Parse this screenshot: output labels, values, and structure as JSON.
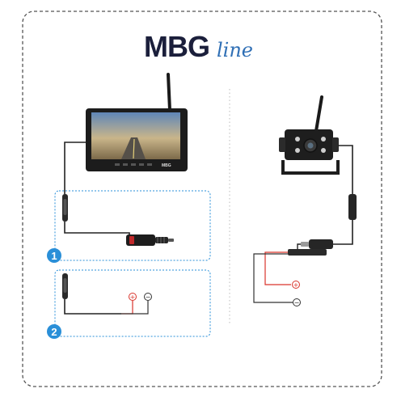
{
  "brand": {
    "name": "MBG",
    "suffix": "line",
    "name_color": "#1b1f3b",
    "suffix_color": "#2f6fb5"
  },
  "monitor": {
    "badge": "MBG"
  },
  "wiring": {
    "steps": [
      {
        "number": "1",
        "type": "cigarette-lighter-plug"
      },
      {
        "number": "2",
        "type": "hardwire-leads"
      }
    ],
    "monitor_leads": {
      "positive": "+",
      "negative": "−"
    },
    "camera_leads": {
      "positive": "+",
      "negative": "−"
    }
  },
  "colors": {
    "accent": "#2a8fd8",
    "frame": "#555555",
    "positive": "#d9342b",
    "negative": "#333333",
    "cable": "#222222",
    "divider": "#bbbbbb"
  }
}
